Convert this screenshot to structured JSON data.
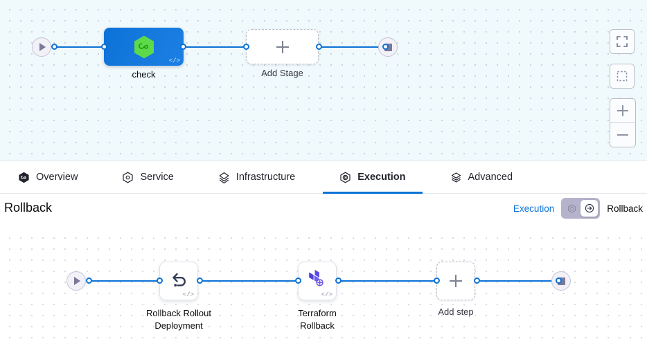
{
  "stage_canvas": {
    "start_node": {
      "name": "pipeline-start",
      "icon": "play-icon"
    },
    "end_node": {
      "name": "pipeline-end",
      "icon": "stop-icon"
    },
    "stages": [
      {
        "label": "check",
        "icon": "harness-hexagon-icon",
        "badge": "</>",
        "type": "stage"
      },
      {
        "label": "Add Stage",
        "icon": "plus-icon",
        "type": "add"
      }
    ],
    "controls": [
      {
        "name": "fit-to-screen-button",
        "icon": "expand-icon"
      },
      {
        "name": "select-area-button",
        "icon": "dashed-square-icon"
      },
      {
        "name": "zoom-in-button",
        "icon": "plus-icon"
      },
      {
        "name": "zoom-out-button",
        "icon": "minus-icon"
      }
    ]
  },
  "tabs": [
    {
      "label": "Overview",
      "icon": "harness-filled-hexagon-icon",
      "active": false
    },
    {
      "label": "Service",
      "icon": "service-hexagon-icon",
      "active": false
    },
    {
      "label": "Infrastructure",
      "icon": "layers-diamond-icon",
      "active": false
    },
    {
      "label": "Execution",
      "icon": "execution-hexagon-icon",
      "active": true
    },
    {
      "label": "Advanced",
      "icon": "advanced-stack-icon",
      "active": false
    }
  ],
  "rollback_header": {
    "title": "Rollback",
    "toggle": {
      "left_label": "Execution",
      "right_label": "Rollback",
      "left_icon": "execution-hexagon-icon",
      "right_icon": "rollback-arrow-icon",
      "selected": "Rollback"
    }
  },
  "rollback_canvas": {
    "start_node": {
      "name": "rollback-start",
      "icon": "play-icon"
    },
    "end_node": {
      "name": "rollback-end",
      "icon": "stop-icon"
    },
    "steps": [
      {
        "label": "Rollback Rollout\nDeployment",
        "icon": "rollback-arrow-icon",
        "badge": "</>",
        "type": "step"
      },
      {
        "label": "Terraform\nRollback",
        "icon": "terraform-icon",
        "badge": "</>",
        "type": "step"
      },
      {
        "label": "Add step",
        "icon": "plus-icon",
        "type": "add"
      }
    ]
  },
  "colors": {
    "accent": "#0b72d5",
    "stage_blue": "#0d72d8",
    "harness_green": "#5ed94a",
    "terraform_purple": "#5c4ee5",
    "canvas_top_bg": "#f0f9fb",
    "canvas_bottom_bg": "#ffffff"
  }
}
